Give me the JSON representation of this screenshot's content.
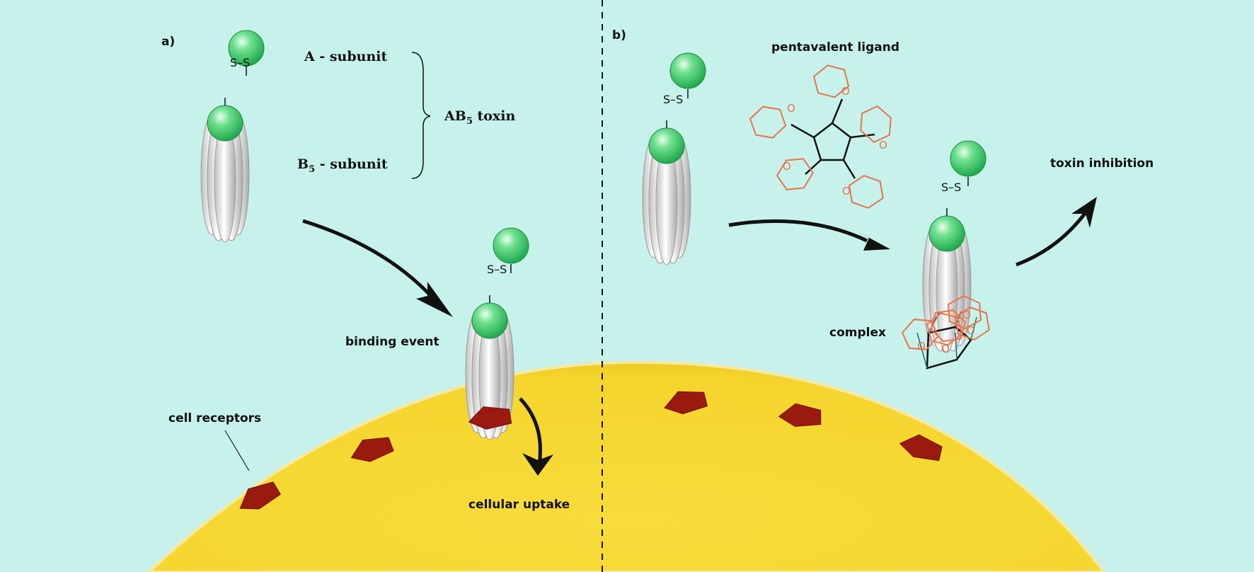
{
  "panels": {
    "a": {
      "tag": "a)",
      "a_subunit": "A - subunit",
      "b_subunit_B": "B",
      "b_subunit_sub": "5",
      "b_subunit_rest": " - subunit",
      "toxin_AB": "AB",
      "toxin_sub": "5",
      "toxin_rest": " toxin",
      "disulfide": "S–S",
      "binding_event": "binding event",
      "cell_receptors": "cell receptors",
      "cellular_uptake": "cellular uptake"
    },
    "b": {
      "tag": "b)",
      "pentavalent_ligand": "pentavalent ligand",
      "disulfide": "S–S",
      "toxin_inhibition": "toxin inhibition",
      "complex": "complex",
      "oxygen": "O"
    }
  },
  "colors": {
    "background": "#c7f2ec",
    "cell": "#f7d836",
    "receptor": "#9b1a10",
    "subunit_sphere": "#36c96a",
    "ligand": "#e8744a",
    "arrow": "#111111"
  }
}
